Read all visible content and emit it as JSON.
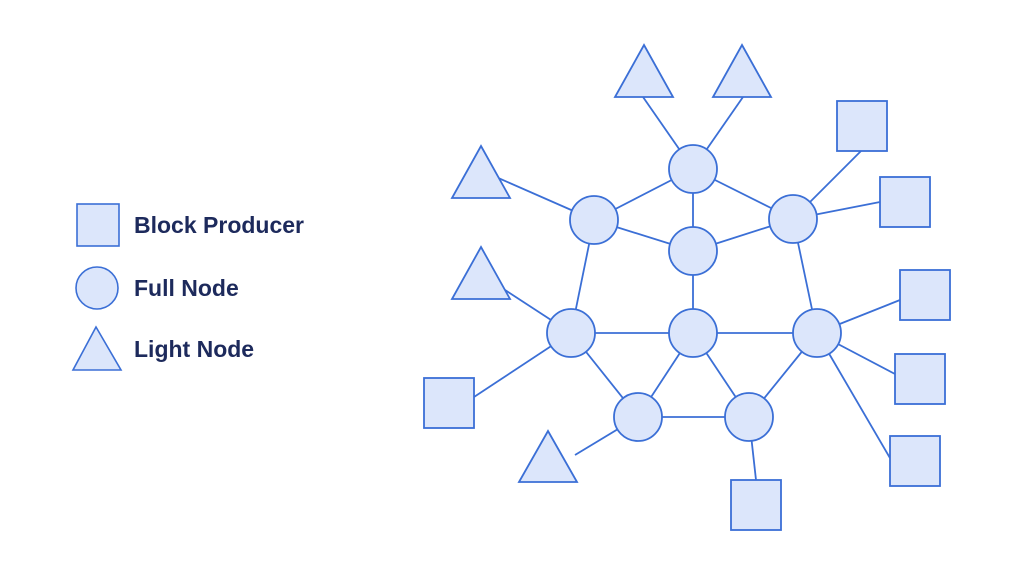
{
  "legend": {
    "items": [
      {
        "shape": "square",
        "label": "Block Producer"
      },
      {
        "shape": "circle",
        "label": "Full Node"
      },
      {
        "shape": "triangle",
        "label": "Light Node"
      }
    ]
  },
  "colors": {
    "fill": "#dce6fb",
    "stroke": "#3b6fd6",
    "text": "#1d2a5c",
    "background": "#ffffff"
  }
}
